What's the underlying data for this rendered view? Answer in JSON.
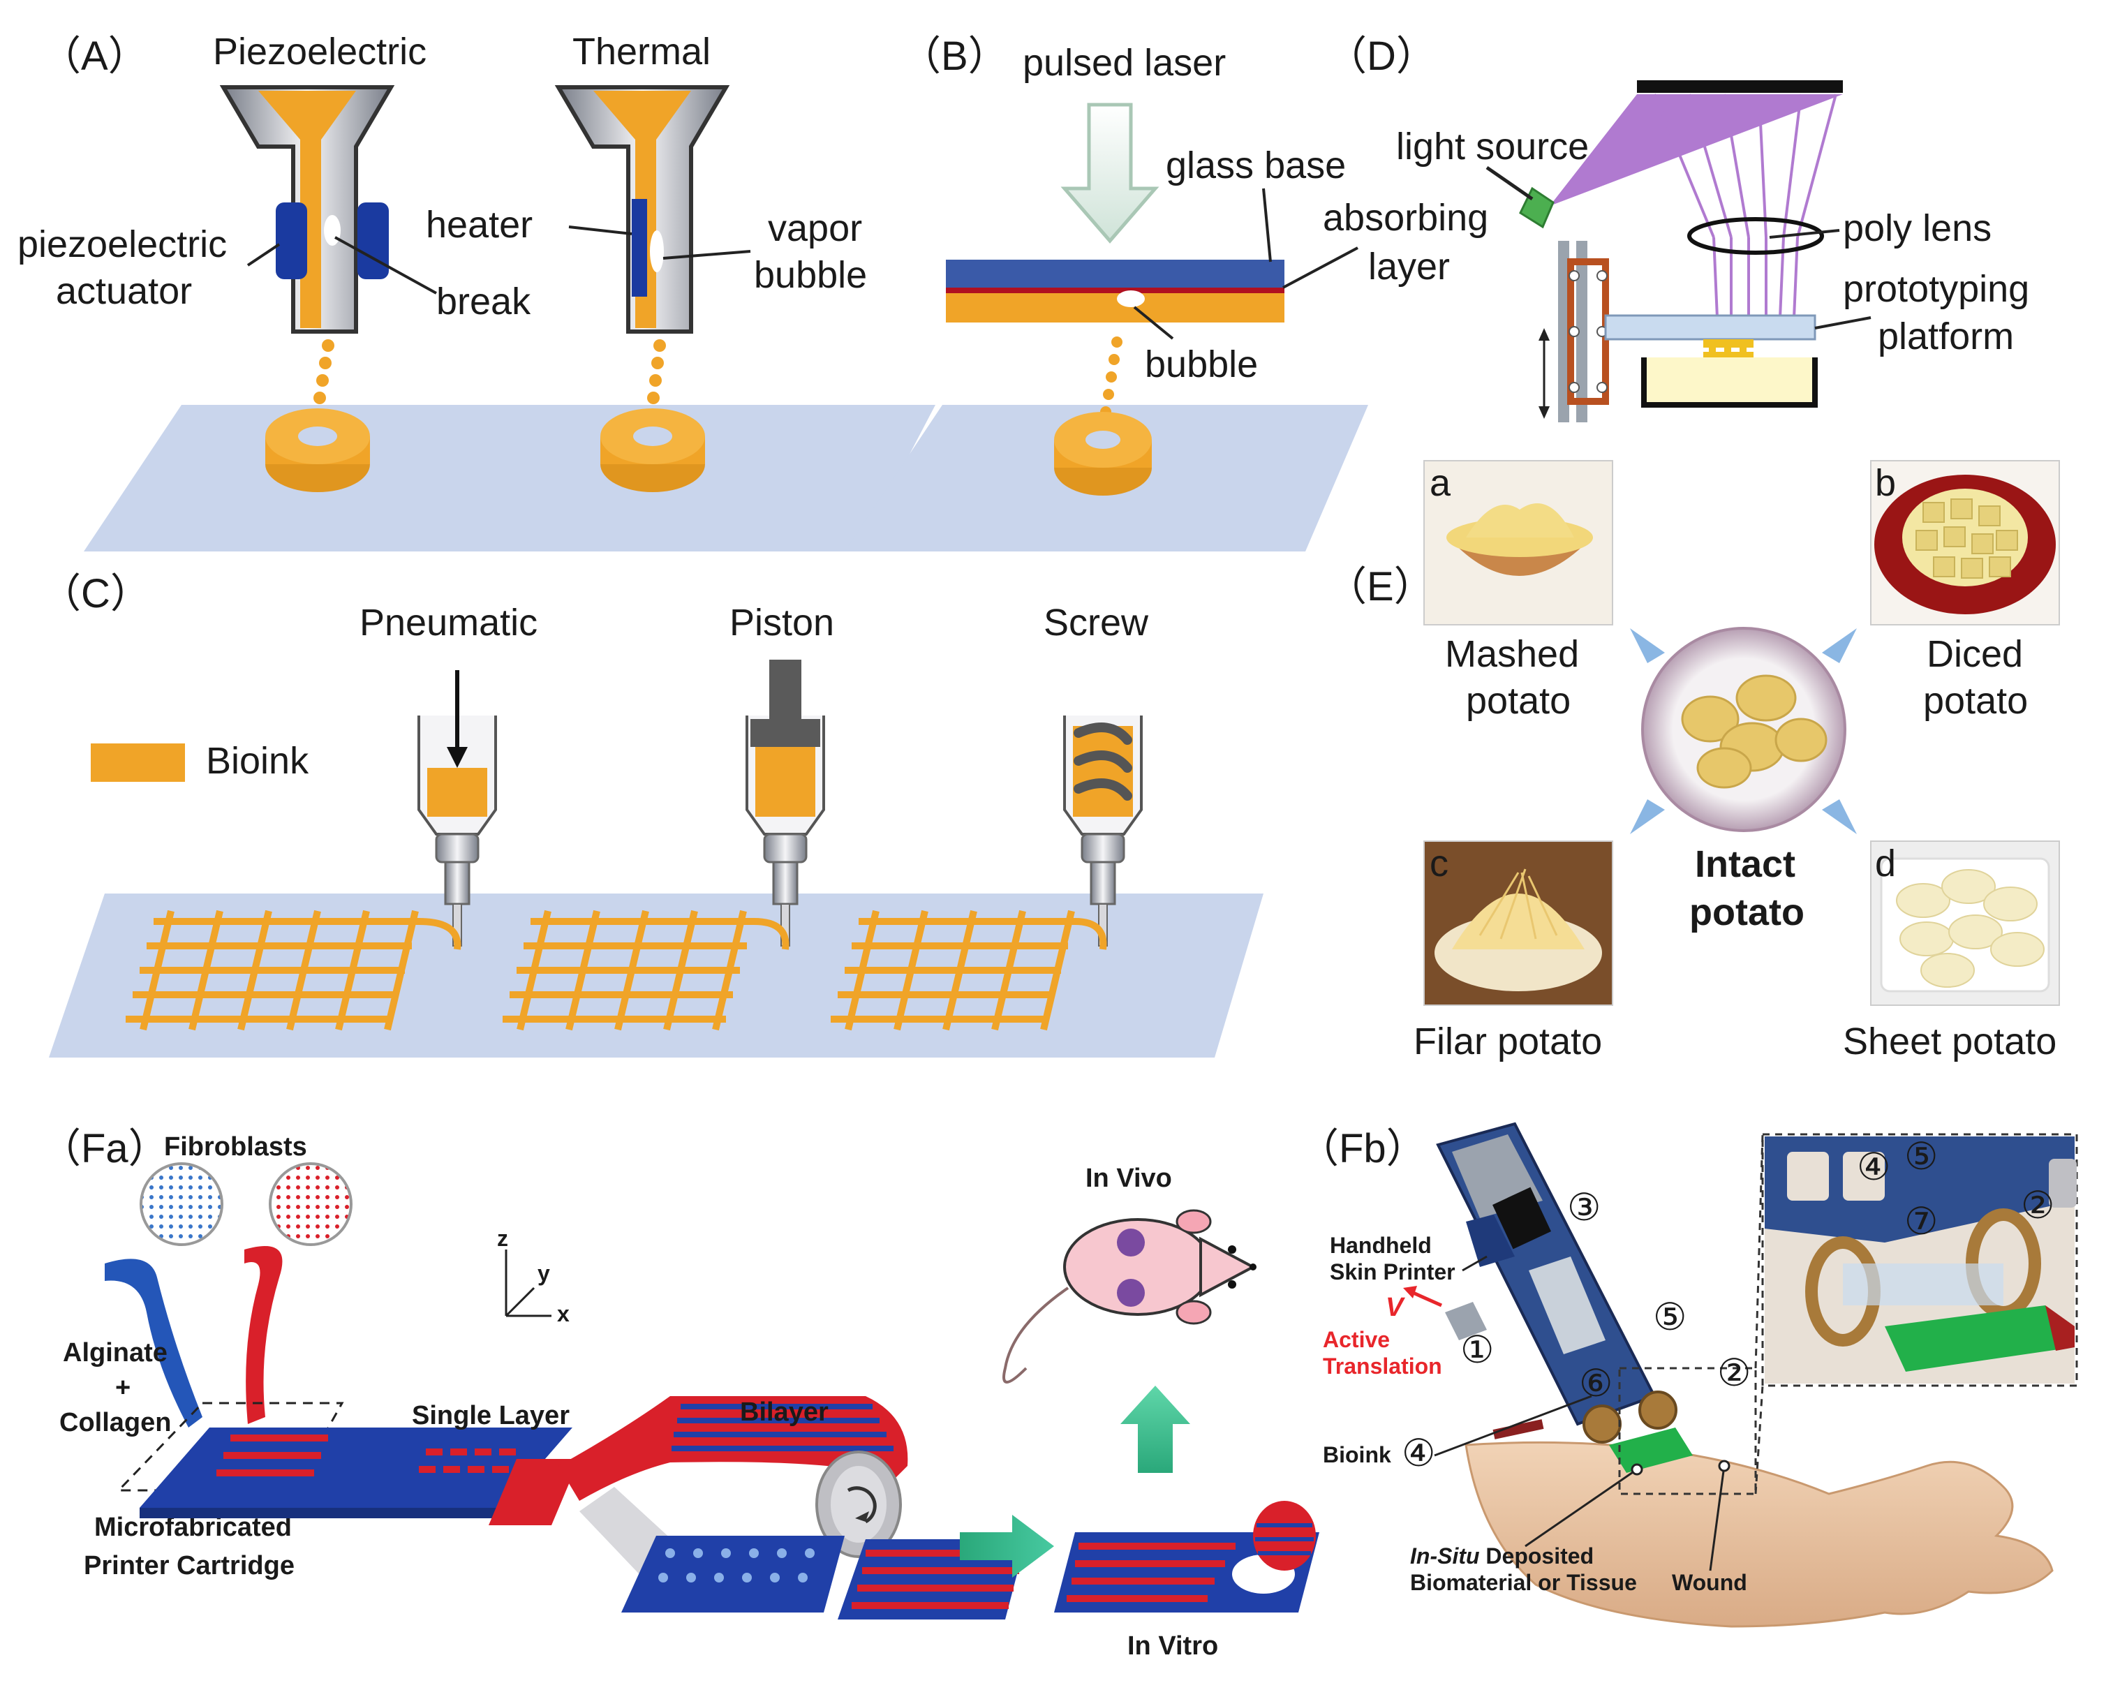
{
  "panels": {
    "A": {
      "label": "（A）",
      "title_left": "Piezoelectric",
      "title_right": "Thermal",
      "piezo_label_1": "piezoelectric",
      "piezo_label_2": "actuator",
      "break_label": "break",
      "heater_label": "heater",
      "vapor_label_1": "vapor",
      "vapor_label_2": "bubble"
    },
    "B": {
      "label": "（B）",
      "laser_label": "pulsed laser",
      "glass_label": "glass base",
      "absorb_label_1": "absorbing",
      "absorb_label_2": "layer",
      "bubble_label": "bubble"
    },
    "C": {
      "label": "（C）",
      "pneumatic_label": "Pneumatic",
      "piston_label": "Piston",
      "screw_label": "Screw",
      "legend_label": "Bioink"
    },
    "D": {
      "label": "（D）",
      "light_label": "light source",
      "lens_label": "poly lens",
      "platform_label_1": "prototyping",
      "platform_label_2": "platform"
    },
    "E": {
      "label": "（E）",
      "a_tag": "a",
      "b_tag": "b",
      "c_tag": "c",
      "d_tag": "d",
      "mashed_1": "Mashed",
      "mashed_2": "potato",
      "diced_1": "Diced",
      "diced_2": "potato",
      "center_1": "Intact",
      "center_2": "potato",
      "filar": "Filar potato",
      "sheet": "Sheet potato"
    },
    "Fa": {
      "label": "（Fa）",
      "fibroblasts": "Fibroblasts",
      "alginate_1": "Alginate",
      "alginate_2": "+",
      "alginate_3": "Collagen",
      "cartridge_1": "Microfabricated",
      "cartridge_2": "Printer Cartridge",
      "single_layer": "Single Layer",
      "bilayer": "Bilayer",
      "in_vivo": "In Vivo",
      "in_vitro": "In Vitro",
      "axis_z": "z",
      "axis_y": "y",
      "axis_x": "x"
    },
    "Fb": {
      "label": "（Fb）",
      "handheld_1": "Handheld",
      "handheld_2": "Skin Printer",
      "v": "V",
      "active_1": "Active",
      "active_2": "Translation",
      "bioink": "Bioink",
      "insitu_1a": "In-Situ",
      "insitu_1b": " Deposited",
      "insitu_2": "Biomaterial or Tissue",
      "wound": "Wound",
      "n1": "①",
      "n2": "②",
      "n3": "③",
      "n4": "④",
      "n5": "⑤",
      "n6": "⑥",
      "n7": "⑦"
    }
  },
  "colors": {
    "bioink": "#f0a428",
    "substrate": "#c9d5ec",
    "actuator": "#1a3aa0",
    "blue_strip": "#2040a8",
    "red_strip": "#d9202a",
    "purple_light": "#b07ad0",
    "green_arrow": "#2fb58a"
  }
}
